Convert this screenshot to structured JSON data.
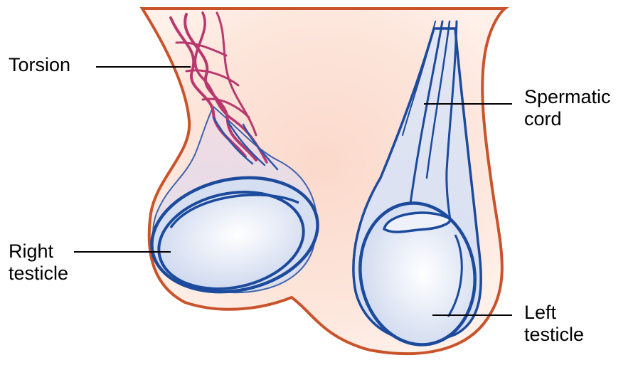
{
  "labels": {
    "torsion": "Torsion",
    "spermatic_cord": [
      "Spermatic",
      "cord"
    ],
    "right_testicle": [
      "Right",
      "testicle"
    ],
    "left_testicle": [
      "Left",
      "testicle"
    ]
  },
  "colors": {
    "skin_fill": "#fde4d8",
    "skin_outline": "#c9532a",
    "testicle_fill": "#dce4f3",
    "testicle_outline": "#1c4a9c",
    "twisted_cord": "#b8386e",
    "leader_line": "#000000",
    "label_text": "#000000"
  }
}
